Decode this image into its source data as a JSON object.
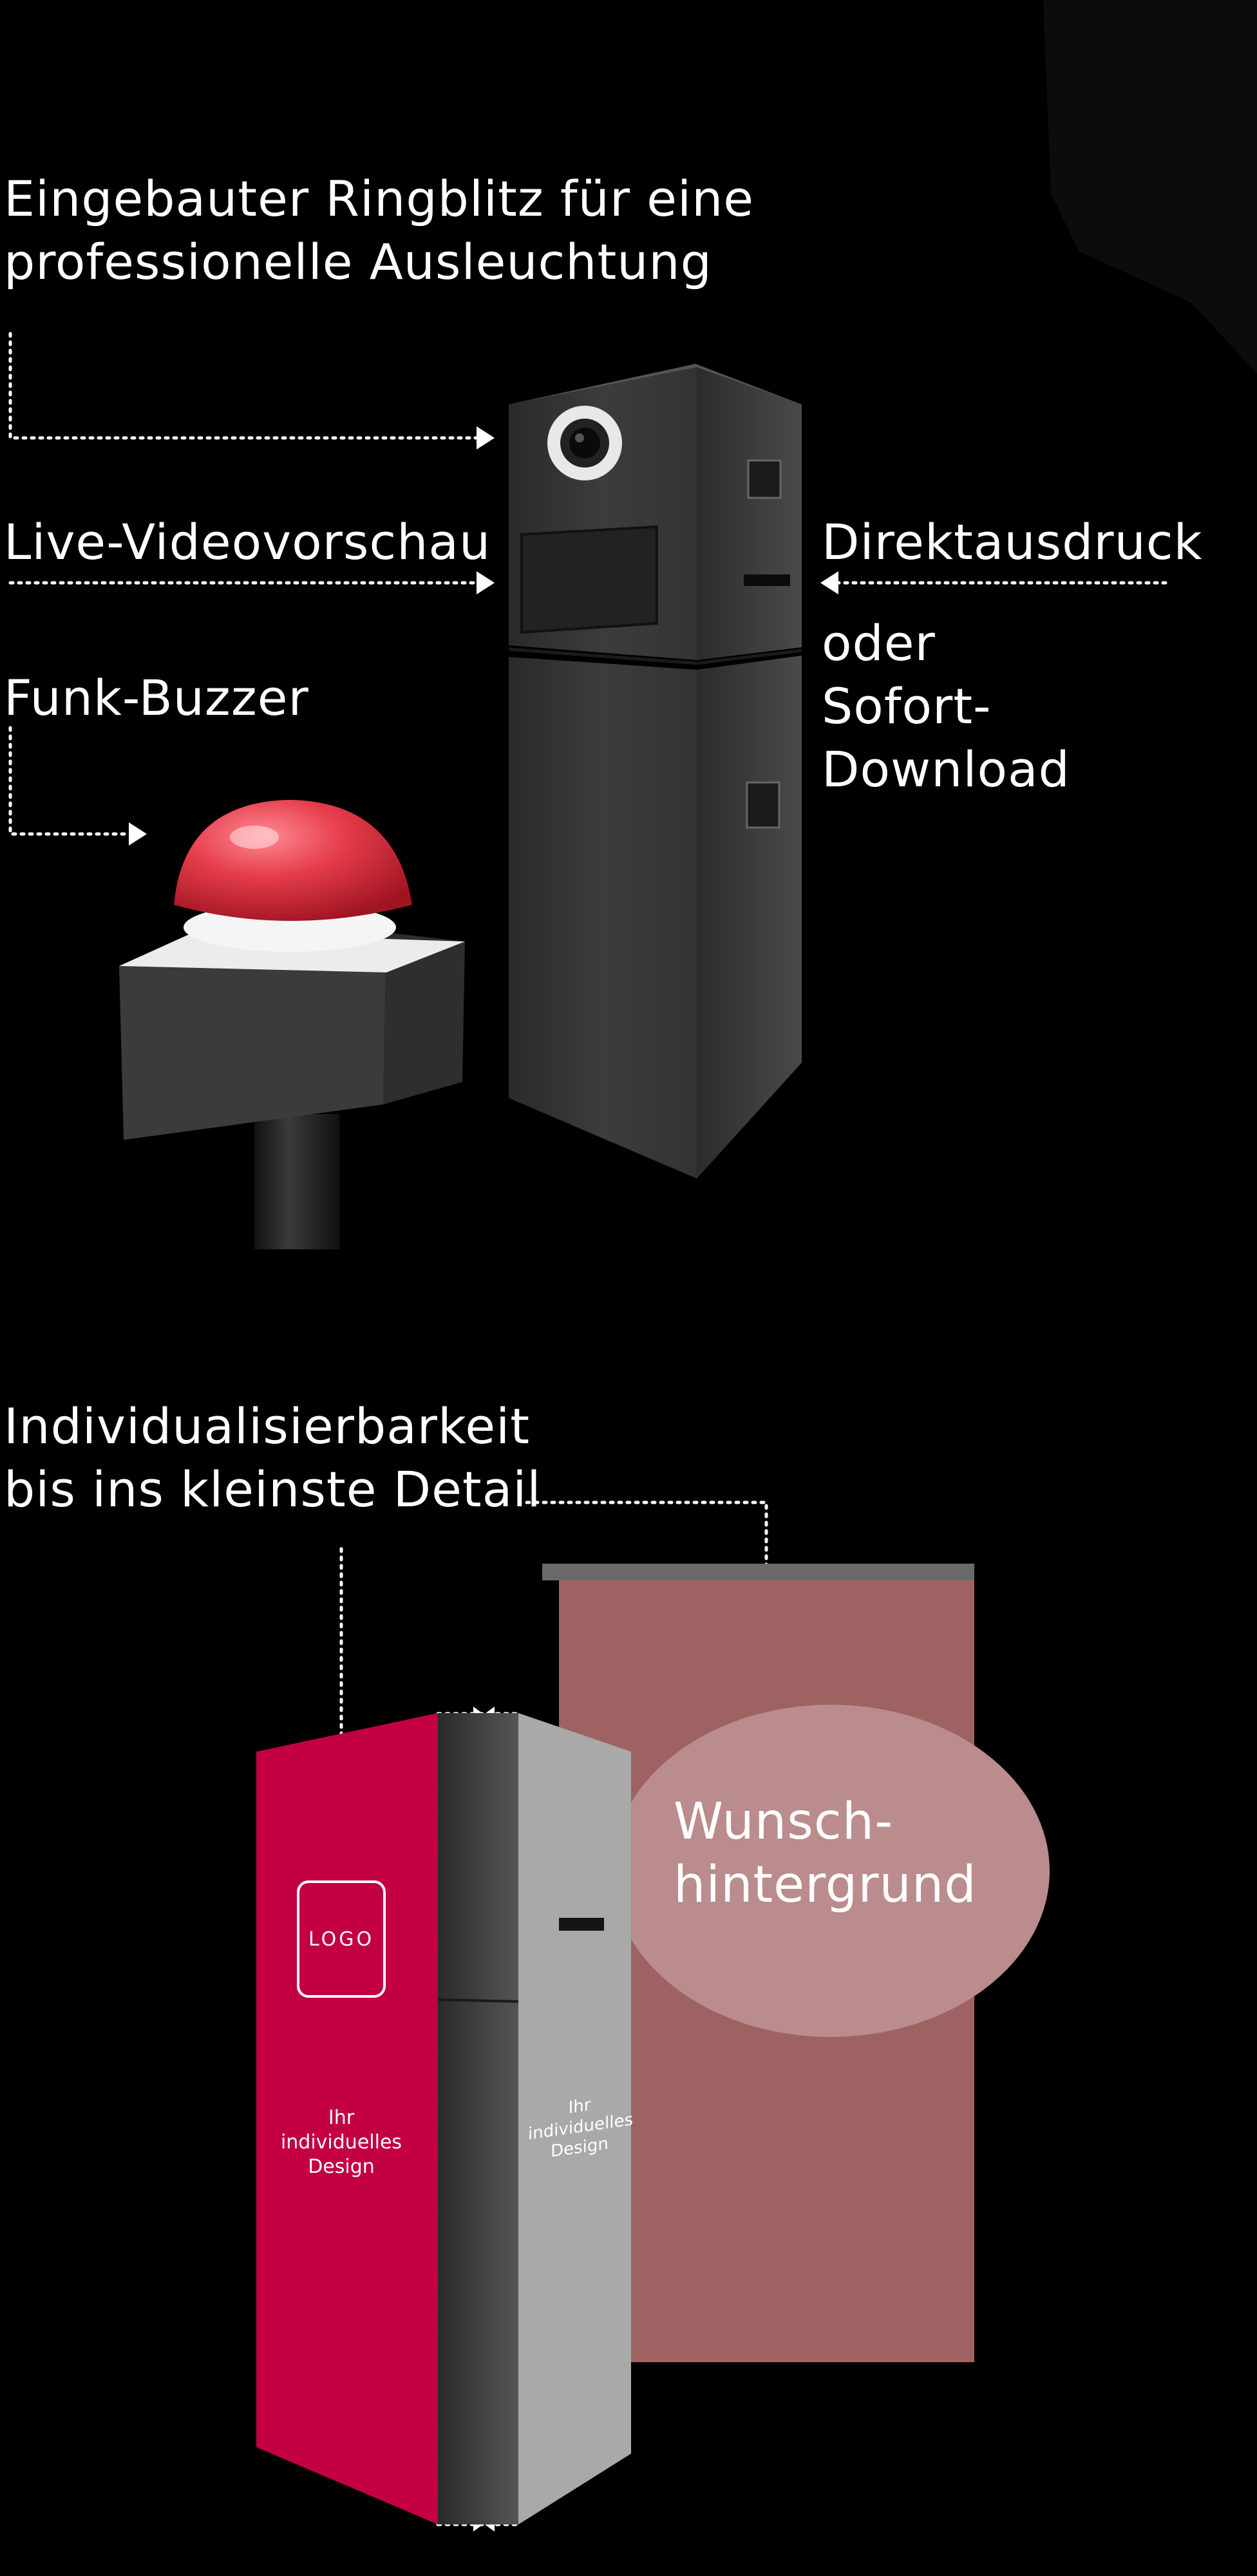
{
  "features": {
    "ring_flash": "Eingebauter Ringblitz für eine professionelle Ausleuchtung",
    "ring_flash_line1": "Eingebauter Ringblitz für eine",
    "ring_flash_line2": "professionelle Ausleuchtung",
    "live_preview": "Live-Videovorschau",
    "buzzer": "Funk-Buzzer",
    "print": "Direktausdruck",
    "download_line1": "oder",
    "download_line2": "Sofort-",
    "download_line3": "Download",
    "custom_line1": "Individualisierbarkeit",
    "custom_line2": "bis ins kleinste Detail"
  },
  "design_panel": {
    "logo": "LOGO",
    "front_line1": "Ihr",
    "front_line2": "individuelles",
    "front_line3": "Design",
    "side_line1": "Ihr",
    "side_line2": "individuelles",
    "side_line3": "Design"
  },
  "backdrop": {
    "line1": "Wunsch-",
    "line2": "hintergrund"
  },
  "colors": {
    "background": "#000000",
    "brand_red": "#c20042",
    "backdrop": "#9e6263",
    "booth_dark": "#3a3a3a",
    "booth_light": "#a9a9a9",
    "buzzer_red": "#e23d4a"
  }
}
